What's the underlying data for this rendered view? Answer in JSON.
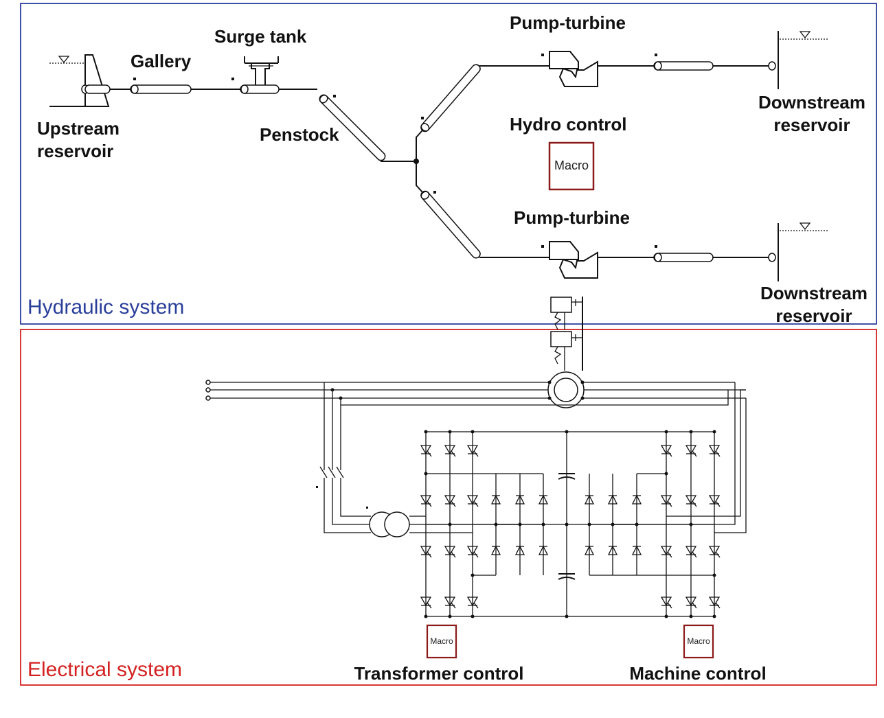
{
  "hydraulic": {
    "title": "Hydraulic system",
    "labels": {
      "upstream_line1": "Upstream",
      "upstream_line2": "reservoir",
      "gallery": "Gallery",
      "surge_tank": "Surge tank",
      "penstock": "Penstock",
      "pump_turbine_top": "Pump-turbine",
      "pump_turbine_bottom": "Pump-turbine",
      "hydro_control": "Hydro control",
      "downstream_top_line1": "Downstream",
      "downstream_top_line2": "reservoir",
      "downstream_bottom_line1": "Downstream",
      "downstream_bottom_line2": "reservoir"
    },
    "macro_label": "Macro"
  },
  "electrical": {
    "title": "Electrical system",
    "labels": {
      "transformer_control": "Transformer control",
      "machine_control": "Machine control"
    },
    "macro_label_left": "Macro",
    "macro_label_right": "Macro"
  },
  "colors": {
    "hydraulic_border": "#2a3f9a",
    "electrical_border": "#d42020",
    "macro_border": "#8b1a1a"
  }
}
